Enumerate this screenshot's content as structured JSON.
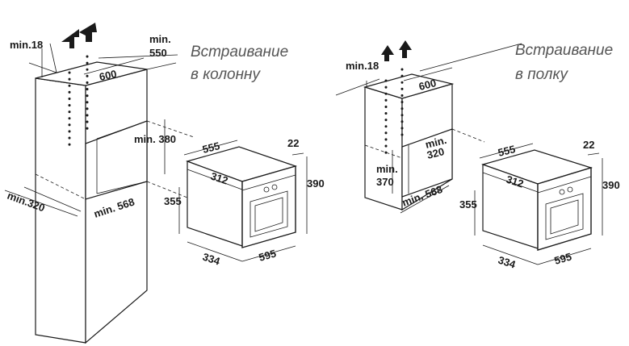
{
  "left": {
    "caption_line1": "Встраивание",
    "caption_line2": "в колонну",
    "cabinet": {
      "min18": "min.18",
      "min550_a": "min.",
      "min550_b": "550",
      "w600": "600",
      "min380": "min. 380",
      "min320": "min.320",
      "min568": "min. 568"
    },
    "oven": {
      "d555": "555",
      "d22": "22",
      "d312": "312",
      "d390": "390",
      "d355": "355",
      "d334": "334",
      "d595": "595"
    }
  },
  "right": {
    "caption_line1": "Встраивание",
    "caption_line2": "в полку",
    "cabinet": {
      "min18": "min.18",
      "w600": "600",
      "min320_a": "min.",
      "min320_b": "320",
      "min370_a": "min.",
      "min370_b": "370",
      "min568": "min. 568"
    },
    "oven": {
      "d555": "555",
      "d22": "22",
      "d312": "312",
      "d390": "390",
      "d355": "355",
      "d334": "334",
      "d595": "595"
    }
  }
}
